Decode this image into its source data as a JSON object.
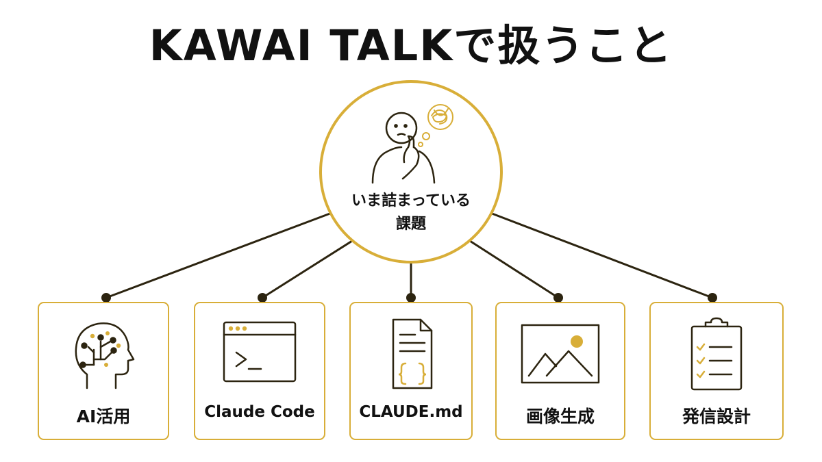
{
  "title": "KAWAI TALKで扱うこと",
  "hub": {
    "label_line1": "いま詰まっている",
    "label_line2": "課題",
    "icon": "thinking-person-icon"
  },
  "topics": [
    {
      "label": "AI活用",
      "icon": "ai-brain-icon"
    },
    {
      "label": "Claude Code",
      "icon": "terminal-window-icon"
    },
    {
      "label": "CLAUDE.md",
      "icon": "code-document-icon"
    },
    {
      "label": "画像生成",
      "icon": "image-landscape-icon"
    },
    {
      "label": "発信設計",
      "icon": "checklist-clipboard-icon"
    }
  ],
  "colors": {
    "accent_gold": "#d8ae38",
    "line_dark": "#2c2410",
    "text": "#111111",
    "background": "#ffffff"
  }
}
